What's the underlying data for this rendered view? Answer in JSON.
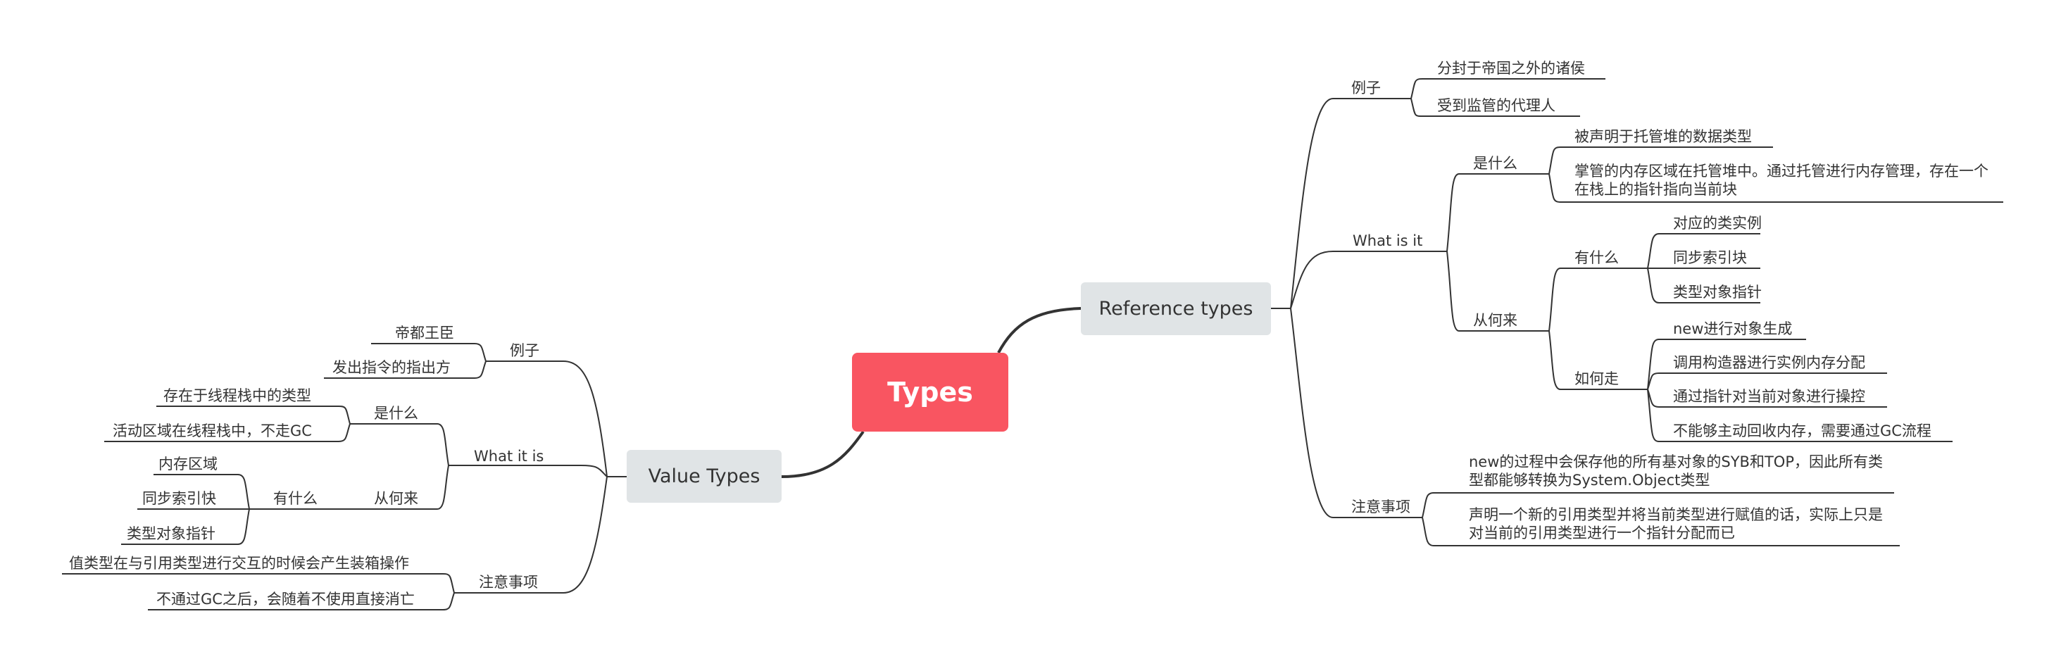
{
  "root": {
    "label": "Types"
  },
  "ref": {
    "label": "Reference types",
    "examples": {
      "label": "例子",
      "items": [
        "分封于帝国之外的诸侯",
        "受到监管的代理人"
      ]
    },
    "whatis": {
      "label": "What is it",
      "what": {
        "label": "是什么",
        "items": [
          "被声明于托管堆的数据类型",
          "掌管的内存区域在托管堆中。通过托管进行内存管理，存在一个在栈上的指针指向当前块"
        ]
      },
      "from": {
        "label": "从何来",
        "has": {
          "label": "有什么",
          "items": [
            "对应的类实例",
            "同步索引块",
            "类型对象指针"
          ]
        },
        "how": {
          "label": "如何走",
          "items": [
            "new进行对象生成",
            "调用构造器进行实例内存分配",
            "通过指针对当前对象进行操控",
            "不能够主动回收内存，需要通过GC流程"
          ]
        }
      }
    },
    "notes": {
      "label": "注意事项",
      "items": [
        "new的过程中会保存他的所有基对象的SYB和TOP，因此所有类型都能够转换为System.Object类型",
        "声明一个新的引用类型并将当前类型进行赋值的话，实际上只是对当前的引用类型进行一个指针分配而已"
      ]
    }
  },
  "val": {
    "label": "Value Types",
    "examples": {
      "label": "例子",
      "items": [
        "帝都王臣",
        "发出指令的指出方"
      ]
    },
    "whatis": {
      "label": "What it is",
      "what": {
        "label": "是什么",
        "items": [
          "存在于线程栈中的类型",
          "活动区域在线程栈中，不走GC"
        ]
      },
      "from": {
        "label": "从何来",
        "has": {
          "label": "有什么",
          "items": [
            "内存区域",
            "同步索引快",
            "类型对象指针"
          ]
        }
      }
    },
    "notes": {
      "label": "注意事项",
      "items": [
        "值类型在与引用类型进行交互的时候会产生装箱操作",
        "不通过GC之后，会随着不使用直接消亡"
      ]
    }
  }
}
